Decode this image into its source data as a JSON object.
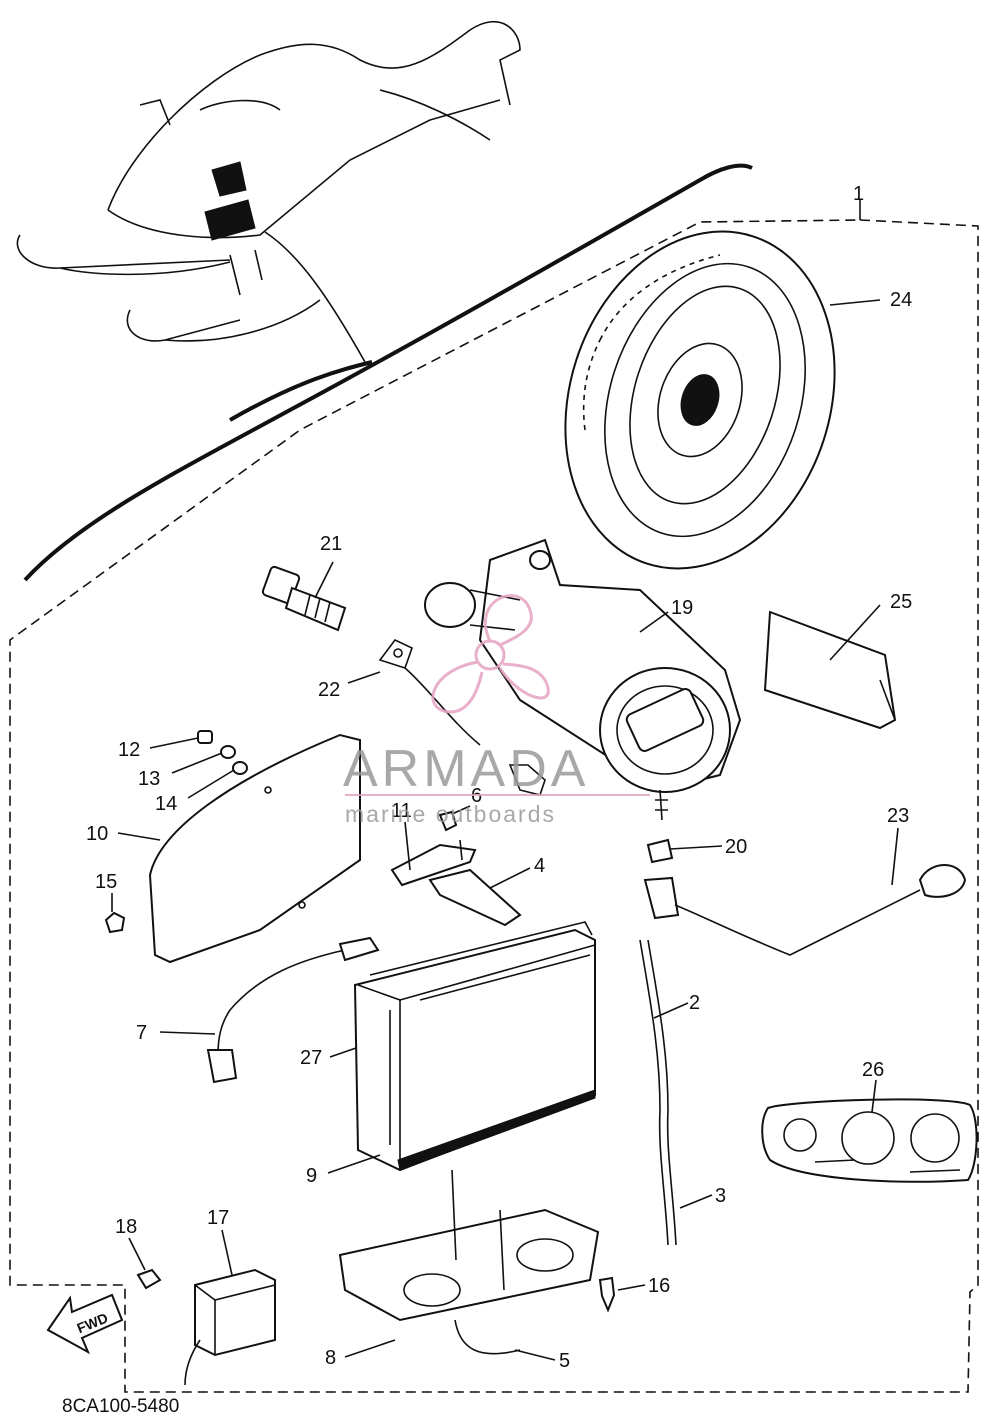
{
  "diagram": {
    "callouts": [
      {
        "id": "c1",
        "text": "1"
      },
      {
        "id": "c2",
        "text": "2"
      },
      {
        "id": "c3",
        "text": "3"
      },
      {
        "id": "c4",
        "text": "4"
      },
      {
        "id": "c5",
        "text": "5"
      },
      {
        "id": "c6",
        "text": "6"
      },
      {
        "id": "c7",
        "text": "7"
      },
      {
        "id": "c8",
        "text": "8"
      },
      {
        "id": "c9",
        "text": "9"
      },
      {
        "id": "c10",
        "text": "10"
      },
      {
        "id": "c11",
        "text": "11"
      },
      {
        "id": "c12",
        "text": "12"
      },
      {
        "id": "c13",
        "text": "13"
      },
      {
        "id": "c14",
        "text": "14"
      },
      {
        "id": "c15",
        "text": "15"
      },
      {
        "id": "c16",
        "text": "16"
      },
      {
        "id": "c17",
        "text": "17"
      },
      {
        "id": "c18",
        "text": "18"
      },
      {
        "id": "c19",
        "text": "19"
      },
      {
        "id": "c20",
        "text": "20"
      },
      {
        "id": "c21",
        "text": "21"
      },
      {
        "id": "c22",
        "text": "22"
      },
      {
        "id": "c23",
        "text": "23"
      },
      {
        "id": "c24",
        "text": "24"
      },
      {
        "id": "c25",
        "text": "25"
      },
      {
        "id": "c26",
        "text": "26"
      },
      {
        "id": "c27",
        "text": "27"
      }
    ],
    "fwd_arrow_text": "FWD",
    "drawing_code": "8CA100-5480"
  },
  "watermark": {
    "brand": "ARMADA",
    "tagline": "marine outboards",
    "color": "#9a9a9a",
    "logo_color": "#e6a3c2"
  }
}
